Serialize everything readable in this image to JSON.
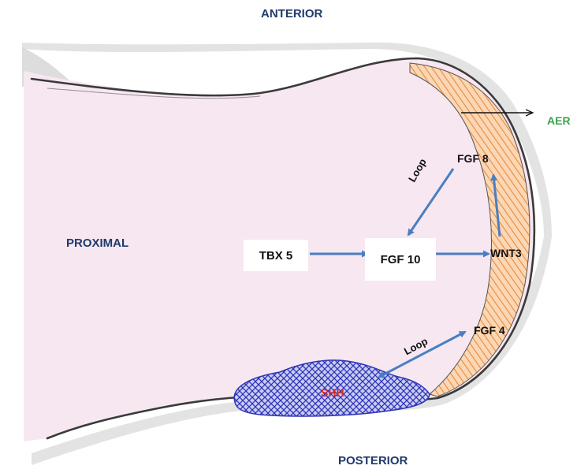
{
  "orientation": {
    "anterior": "ANTERIOR",
    "posterior": "POSTERIOR",
    "proximal": "PROXIMAL"
  },
  "regions": {
    "aer": "AER",
    "shh": "SHH"
  },
  "genes": {
    "tbx5": "TBX 5",
    "fgf10": "FGF 10",
    "wnt3": "WNT3",
    "fgf8": "FGF 8",
    "fgf4": "FGF 4"
  },
  "loops": {
    "upper": "Loop",
    "lower": "Loop"
  },
  "colors": {
    "limb_fill": "#f6e7f1",
    "aer_fill": "#f1a66a",
    "shh_fill": "#3b3fc4",
    "arrow": "#4a7fc1",
    "outline": "#3a3a3a",
    "aer_text": "#3fa14a",
    "shh_text": "#d52a2a",
    "orient_text": "#1f3a6b"
  }
}
